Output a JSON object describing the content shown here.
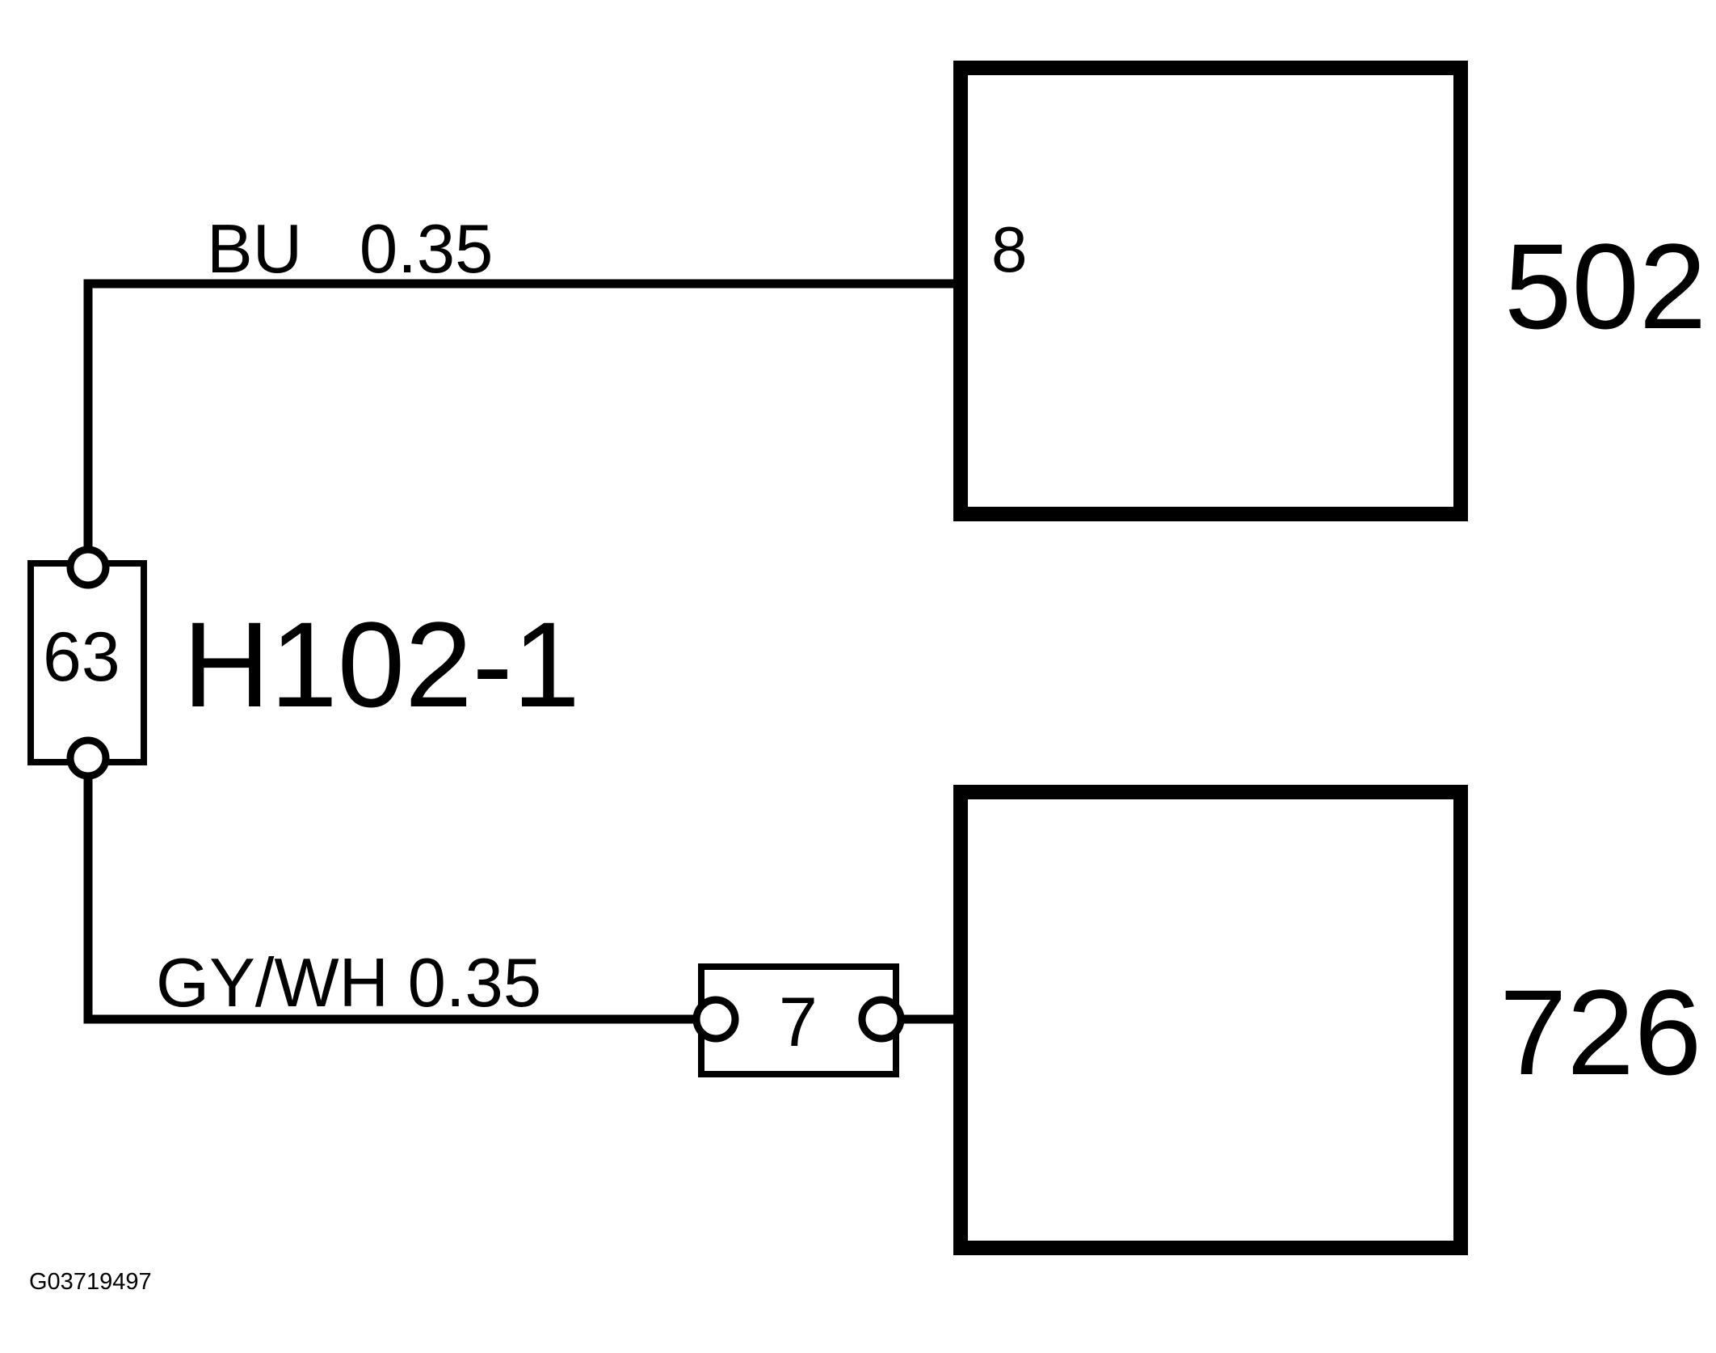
{
  "diagram": {
    "type": "automotive-wiring-schematic",
    "drawing_id": "G03719497",
    "line_color": "#000000",
    "background_color": "#ffffff",
    "modules": [
      {
        "id": "502",
        "label": "502",
        "pins": [
          {
            "number": "8",
            "side": "left"
          }
        ]
      },
      {
        "id": "726",
        "label": "726",
        "pins": []
      }
    ],
    "connectors": [
      {
        "id": "H102-1",
        "name": "H102-1",
        "cavity": "63",
        "terminals": 2,
        "orientation": "vertical"
      },
      {
        "id": "inline-7",
        "name": "",
        "cavity": "7",
        "terminals": 2,
        "orientation": "horizontal"
      }
    ],
    "wires": [
      {
        "color_code": "BU",
        "gauge": "0.35",
        "label": "BU   0.35",
        "from": "H102-1 pin 63",
        "to": "502 pin 8"
      },
      {
        "color_code": "GY/WH",
        "gauge": "0.35",
        "label": "GY/WH 0.35",
        "from": "H102-1 pin 63",
        "to": "726 via connector 7"
      }
    ],
    "labels": {
      "wire_top": "BU   0.35",
      "wire_bottom": "GY/WH 0.35",
      "connector_name": "H102-1",
      "connector_cavity": "63",
      "inline_connector_cavity": "7",
      "module_top": "502",
      "module_bottom": "726",
      "module_top_pin": "8",
      "drawing_id": "G03719497"
    }
  }
}
